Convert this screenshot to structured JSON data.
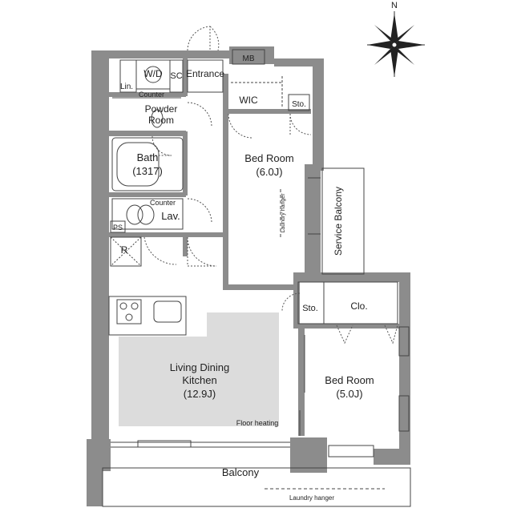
{
  "compass": {
    "north_label": "N"
  },
  "rooms": {
    "wd": "W/D",
    "sc": "SC",
    "entrance": "Entrance",
    "mb": "MB",
    "lin": "Lin.",
    "counter_top": "Counter",
    "powder_room_line1": "Powder",
    "powder_room_line2": "Room",
    "wic": "WIC",
    "sto_upper": "Sto.",
    "bath_line1": "Bath",
    "bath_line2": "(1317)",
    "bed_room_a_line1": "Bed Room",
    "bed_room_a_line2": "(6.0J)",
    "laundry_hanger_vertical": "Laundry hanger",
    "service_balcony": "Service Balcony",
    "counter_mid": "Counter",
    "lav": "Lav.",
    "ps": "PS",
    "refrigerator": "R",
    "sto_lower": "Sto.",
    "clo": "Clo.",
    "ldk_line1": "Living Dining",
    "ldk_line2": "Kitchen",
    "ldk_line3": "(12.9J)",
    "floor_heating": "Floor heating",
    "bed_room_b_line1": "Bed Room",
    "bed_room_b_line2": "(5.0J)",
    "balcony": "Balcony",
    "laundry_hanger_balcony": "Laundry hanger"
  },
  "colors": {
    "wall": "#8c8c8c",
    "floor_heating_area": "#dcdcdc",
    "line": "#444444"
  }
}
